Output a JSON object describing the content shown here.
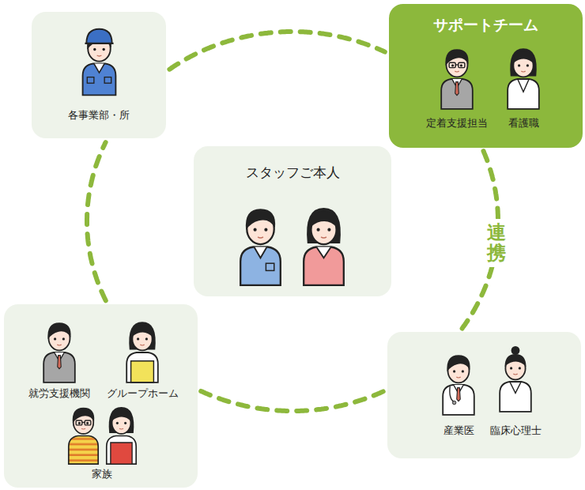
{
  "diagram": {
    "nodes": [
      {
        "text": [
          "各事業部・所"
        ]
      },
      {
        "text": [
          "サポートチーム",
          "定着支援担当",
          "看護職"
        ]
      },
      {
        "text": [
          "スタッフご本人"
        ]
      },
      {
        "text": [
          "就労支援機関",
          "グループホーム",
          "家族"
        ]
      },
      {
        "text": [
          "産業医",
          "臨床心理士"
        ]
      }
    ],
    "edges": [
      {
        "from": 0,
        "to": 1,
        "arrow": "none"
      },
      {
        "from": 1,
        "to": 4,
        "arrow": "none",
        "label": "連携"
      },
      {
        "from": 4,
        "to": 3,
        "arrow": "none"
      },
      {
        "from": 3,
        "to": 0,
        "arrow": "none"
      }
    ]
  }
}
